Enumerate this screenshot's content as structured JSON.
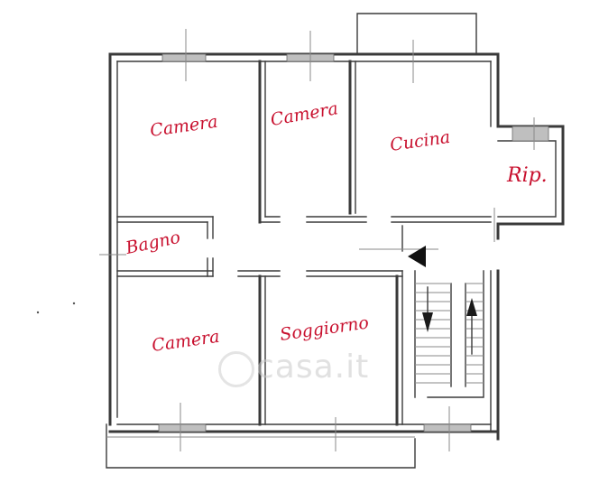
{
  "rooms": {
    "camera_top_left": "Camera",
    "camera_top_middle": "Camera",
    "cucina": "Cucina",
    "ripostiglio": "Rip.",
    "bagno": "Bagno",
    "camera_bottom_left": "Camera",
    "soggiorno": "Soggiorno"
  },
  "watermark": {
    "text": "casa.it"
  },
  "colors": {
    "label": "#c8102e",
    "walls": "#3a3a3a",
    "window": "#bfbfbf"
  }
}
